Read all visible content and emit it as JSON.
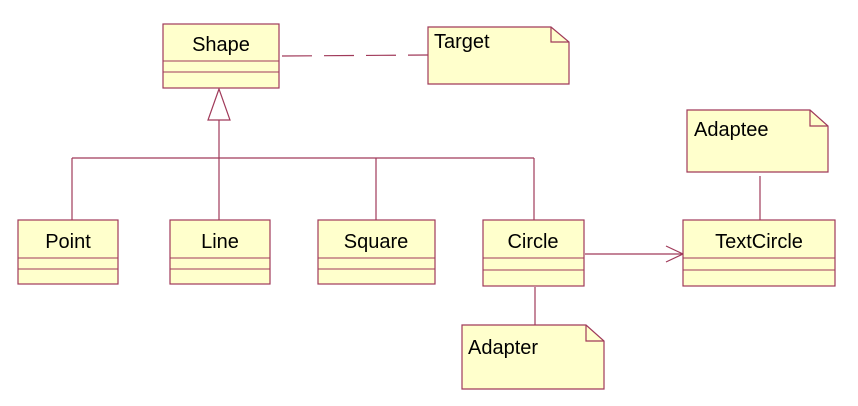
{
  "colors": {
    "box_fill": "#ffffcc",
    "line": "#a03a5a",
    "text": "#000000"
  },
  "classes": {
    "shape": "Shape",
    "point": "Point",
    "line": "Line",
    "square": "Square",
    "circle": "Circle",
    "textcircle": "TextCircle"
  },
  "notes": {
    "target": "Target",
    "adaptee": "Adaptee",
    "adapter": "Adapter"
  }
}
